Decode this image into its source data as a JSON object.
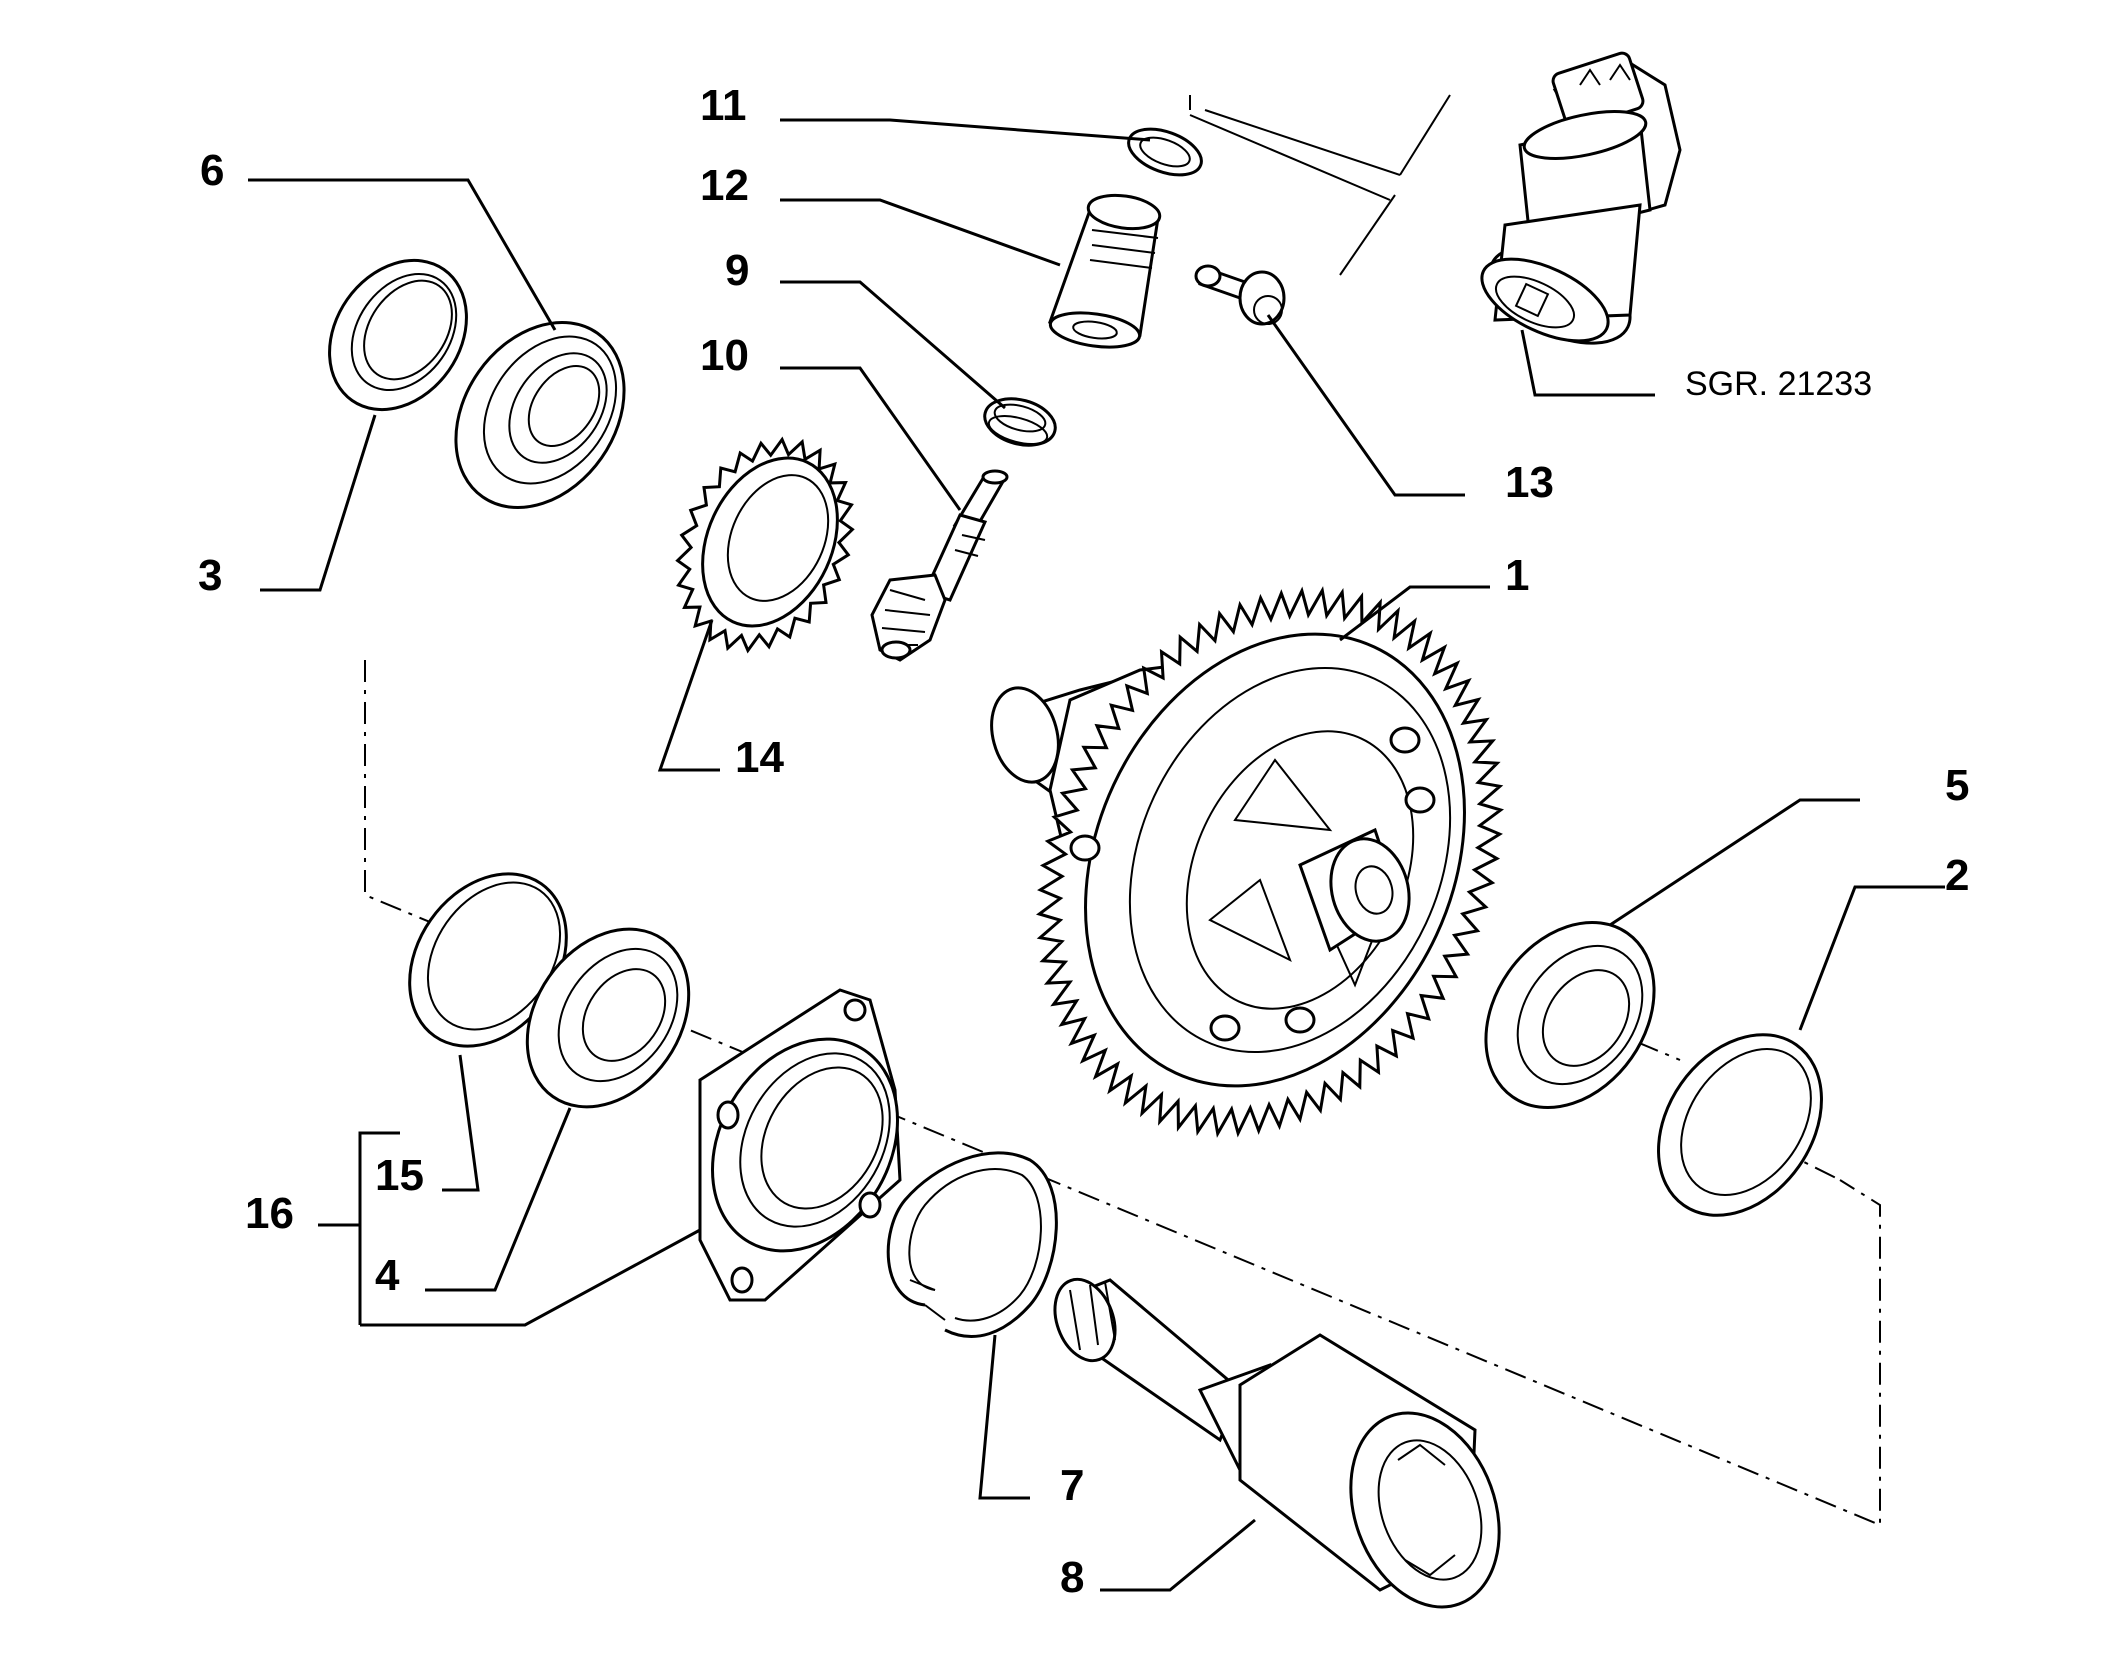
{
  "diagram": {
    "reference": "SGR. 21233",
    "callouts": [
      {
        "id": "1",
        "label": "1"
      },
      {
        "id": "2",
        "label": "2"
      },
      {
        "id": "3",
        "label": "3"
      },
      {
        "id": "4",
        "label": "4"
      },
      {
        "id": "5",
        "label": "5"
      },
      {
        "id": "6",
        "label": "6"
      },
      {
        "id": "7",
        "label": "7"
      },
      {
        "id": "8",
        "label": "8"
      },
      {
        "id": "9",
        "label": "9"
      },
      {
        "id": "10",
        "label": "10"
      },
      {
        "id": "11",
        "label": "11"
      },
      {
        "id": "12",
        "label": "12"
      },
      {
        "id": "13",
        "label": "13"
      },
      {
        "id": "14",
        "label": "14"
      },
      {
        "id": "15",
        "label": "15"
      },
      {
        "id": "16",
        "label": "16"
      }
    ]
  }
}
